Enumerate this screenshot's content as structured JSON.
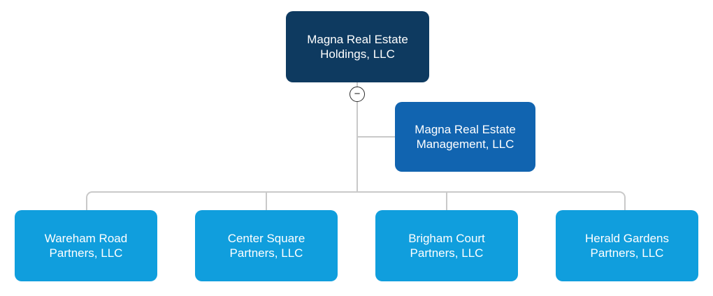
{
  "diagram": {
    "type": "org-chart",
    "colors": {
      "root_node": "#0e3a60",
      "management_node": "#1164b0",
      "partner_node": "#109edd",
      "connector": "#c9c9c9",
      "node_text": "#ffffff",
      "collapse_stroke": "#2b2b2b"
    },
    "collapse_button": {
      "symbol": "−",
      "state": "expanded"
    },
    "nodes": {
      "root": {
        "line1": "Magna Real Estate",
        "line2": "Holdings, LLC"
      },
      "management": {
        "line1": "Magna Real Estate",
        "line2": "Management, LLC"
      },
      "children": [
        {
          "line1": "Wareham Road",
          "line2": "Partners, LLC"
        },
        {
          "line1": "Center Square",
          "line2": "Partners, LLC"
        },
        {
          "line1": "Brigham Court",
          "line2": "Partners, LLC"
        },
        {
          "line1": "Herald Gardens",
          "line2": "Partners, LLC"
        }
      ]
    }
  }
}
